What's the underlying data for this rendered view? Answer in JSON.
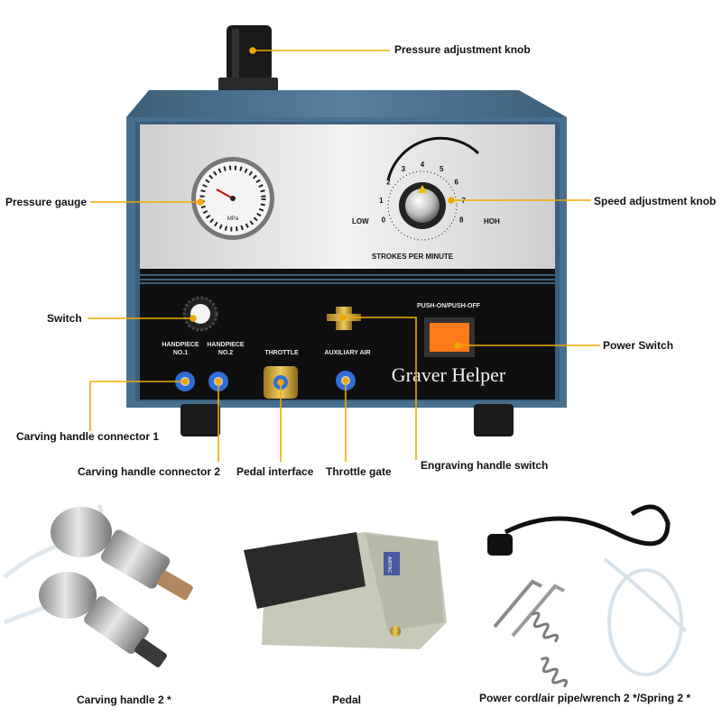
{
  "device": {
    "brand": "Graver Helper",
    "strokes_label": "STROKES PER MINUTE",
    "low_label": "LOW",
    "high_label": "HOH",
    "dial_numbers": [
      "0",
      "1",
      "2",
      "3",
      "4",
      "5",
      "6",
      "7",
      "8"
    ],
    "push_label": "PUSH-ON/PUSH-OFF",
    "handpiece1_label": [
      "HANDPIECE",
      "NO.1"
    ],
    "handpiece2_label": [
      "HANDPIECE",
      "NO.2"
    ],
    "throttle_label": "THROTTLE",
    "aux_air_label": "AUXILIARY AIR",
    "gauge_text": "MPa"
  },
  "callouts": {
    "pressure_knob": "Pressure adjustment knob",
    "pressure_gauge": "Pressure gauge",
    "speed_knob": "Speed adjustment knob",
    "switch": "Switch",
    "power_switch": "Power Switch",
    "carving_conn1": "Carving handle connector 1",
    "carving_conn2": "Carving handle connector 2",
    "pedal_interface": "Pedal interface",
    "throttle_gate": "Throttle gate",
    "engraving_switch": "Engraving handle switch"
  },
  "accessories": {
    "handles": "Carving handle 2 *",
    "pedal": "Pedal",
    "power_cord": "Power cord/air pipe/wrench 2 */Spring 2 *",
    "pedal_brand": "AIRTAC"
  },
  "colors": {
    "callout_line": "#f0a800",
    "case": "#4a6f8c",
    "panel_dark": "#111111",
    "face": "#e6e6e6",
    "power_orange": "#ff7a1a",
    "connector_blue": "#2f6ed8"
  }
}
